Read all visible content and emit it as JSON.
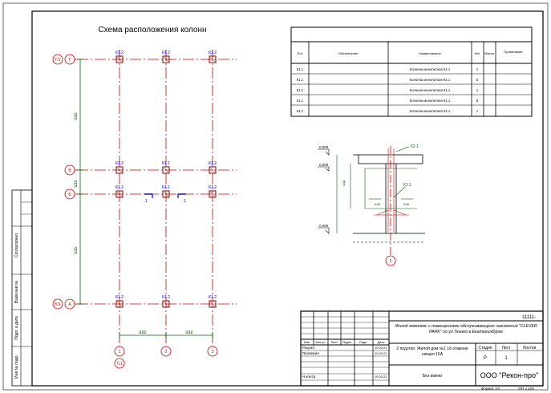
{
  "drawing": {
    "title": "Схема расположения колонн",
    "row_axes": [
      "Г/1",
      "Г",
      "В",
      "Б",
      "А",
      "Б/1"
    ],
    "col_axes": [
      "1",
      "2",
      "3",
      "Т/1"
    ],
    "row_markers": [
      "Г",
      "А"
    ],
    "column_marks": [
      "К1.2",
      "К1.2",
      "К1.2",
      "К1.2",
      "К1.1",
      "К1.2",
      "К1.2",
      "К1.1",
      "К1.2",
      "К1.2",
      "К1.2",
      "К1.2"
    ],
    "dim_text": "ШШ",
    "section_mark": "1"
  },
  "spec_table": {
    "headers": [
      "Поз",
      "Обозначение",
      "Наименование",
      "Кол",
      "Масса",
      "Примечание"
    ],
    "rows": [
      [
        "К1.1",
        "",
        "Колонна монолитная К1.1",
        "1",
        ""
      ],
      [
        "К1.1",
        "",
        "Колонна монолитная К1.1",
        "8",
        ""
      ],
      [
        "К1.1",
        "",
        "Колонна монолитная К1.1",
        "1",
        ""
      ],
      [
        "К1.1",
        "",
        "Колонна монолитная К1.1",
        "8",
        ""
      ],
      [
        "К1.1",
        "",
        "Колонна монолитная К1.1",
        "1",
        ""
      ]
    ]
  },
  "detail": {
    "level_top": "0,000",
    "level_mid": "0,000",
    "level_bot": "0,000",
    "mark_top": "К2.1",
    "mark_col": "К1.1",
    "axis": "2",
    "dim": "ШШ"
  },
  "title_block": {
    "code": "11111-",
    "project": "Жилой комплекс с помещениями обслуживающего назначения \"CLEVER PARK\" по ул.Тканей в Екатеринбурге",
    "object": "2 подэтап. Жилой дом №1 16-этажная секция 16А",
    "sheet_name": "Без имени",
    "company": "ООО \"Рекон-про\"",
    "stage_label": "Стадия",
    "sheet_label": "Лист",
    "sheets_label": "Листов",
    "stage": "Р",
    "sheet": "1",
    "sheets": "",
    "col_headers": [
      "Изм.",
      "Кол.уч.",
      "Лист",
      "№док.",
      "Подп.",
      "Дата"
    ],
    "roles": [
      "Разраб.",
      "Проверил",
      "Н.контр."
    ],
    "dates": [
      "10.03.21",
      "10.03.21",
      "10.03.21"
    ],
    "format": "Формат А3",
    "size": "297 x 420"
  },
  "side_stamp": {
    "labels": [
      "Согласовано",
      "Взам.инв.№",
      "Подп. и дата",
      "Инв.№ подл."
    ]
  }
}
